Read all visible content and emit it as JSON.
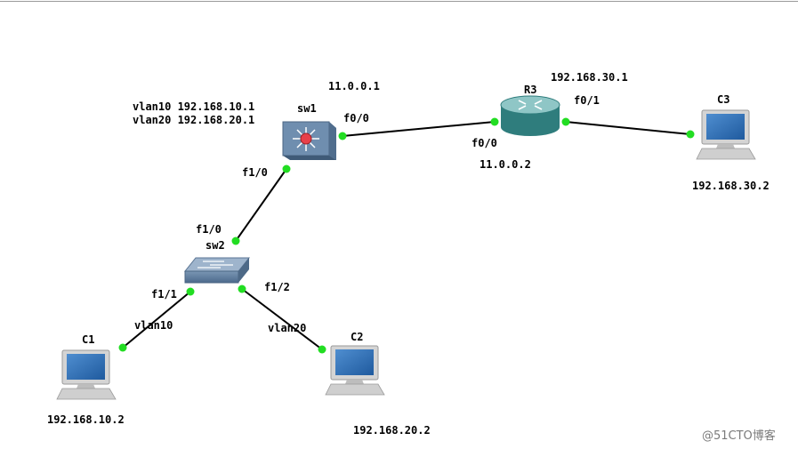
{
  "devices": {
    "sw1": {
      "name": "sw1",
      "vlan_lines": [
        "vlan10 192.168.10.1",
        "vlan20 192.168.20.1"
      ]
    },
    "sw2": {
      "name": "sw2"
    },
    "r3": {
      "name": "R3"
    },
    "c1": {
      "name": "C1",
      "ip": "192.168.10.2"
    },
    "c2": {
      "name": "C2",
      "ip": "192.168.20.2"
    },
    "c3": {
      "name": "C3",
      "ip": "192.168.30.2"
    }
  },
  "links": {
    "sw1_r3": {
      "sw1_port": "f0/0",
      "r3_port": "f0/0",
      "sw1_ip": "11.0.0.1",
      "r3_ip": "11.0.0.2"
    },
    "r3_c3": {
      "r3_port": "f0/1",
      "r3_ip": "192.168.30.1"
    },
    "sw1_sw2": {
      "sw1_port": "f1/0",
      "sw2_port": "f1/0"
    },
    "sw2_c1": {
      "sw2_port": "f1/1",
      "vlan": "vlan10"
    },
    "sw2_c2": {
      "sw2_port": "f1/2",
      "vlan": "vlan20"
    }
  },
  "watermark": "@51CTO博客"
}
